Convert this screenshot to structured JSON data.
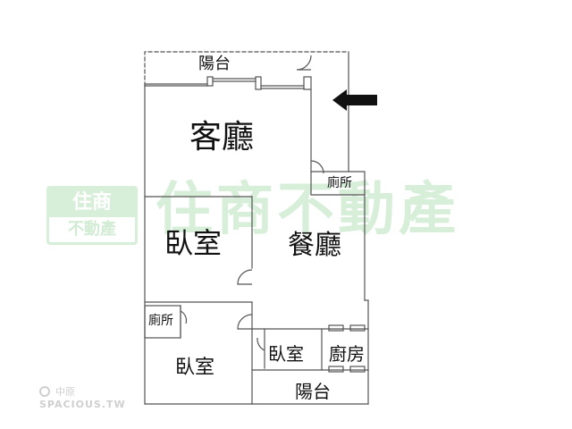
{
  "watermark": {
    "badge_top": "住商",
    "badge_bottom": "不動產",
    "big_text": "住商不動產",
    "color": "#d7eed9"
  },
  "site_mark": {
    "name_zh": "中原",
    "name_en": "SPACIOUS.TW"
  },
  "rooms": {
    "balcony_top": "陽台",
    "living_room": "客廳",
    "toilet_right": "廁所",
    "bedroom_left": "臥室",
    "dining_room": "餐廳",
    "toilet_left": "廁所",
    "bedroom_bottom": "臥室",
    "bedroom_small": "臥室",
    "kitchen": "廚房",
    "balcony_bottom": "陽台"
  },
  "colors": {
    "wall": "#555555",
    "arrow": "#111111"
  }
}
